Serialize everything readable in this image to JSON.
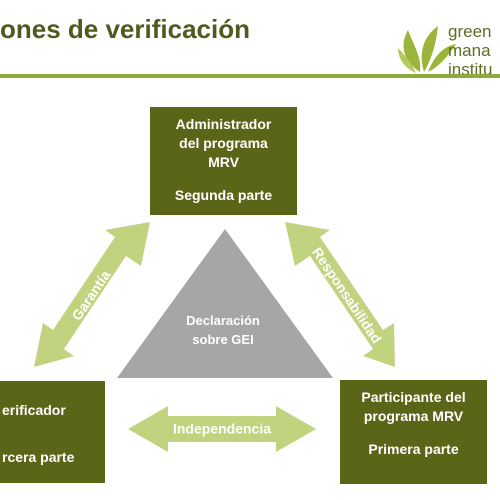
{
  "header": {
    "title": "ones de verificación",
    "logo_lines": [
      "green",
      "mana",
      "institu"
    ],
    "accent_color": "#8cab3a"
  },
  "boxes": {
    "top": {
      "lines": [
        "Administrador",
        "del programa",
        "MRV"
      ],
      "sub": "Segunda parte"
    },
    "left": {
      "line1": "erificador",
      "line2": "rcera parte"
    },
    "right": {
      "lines": [
        "Participante del",
        "programa MRV"
      ],
      "sub": "Primera parte"
    }
  },
  "center": {
    "lines": [
      "Declaración",
      "sobre GEI"
    ]
  },
  "arrows": {
    "left": "Garantía",
    "right": "Responsabilidad",
    "bottom": "Independencia"
  },
  "colors": {
    "box": "#5b6518",
    "triangle": "#a6a6a6",
    "arrow": "#c2d37f",
    "title": "#4e5a1e"
  }
}
